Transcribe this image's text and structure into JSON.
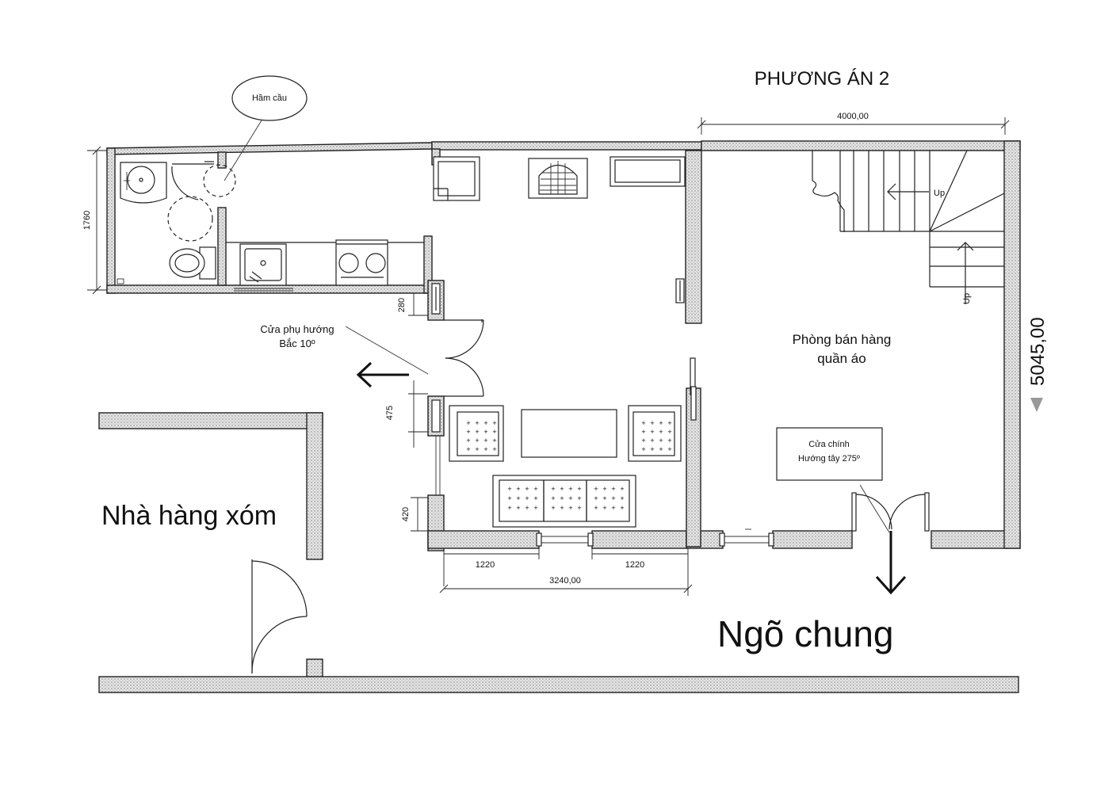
{
  "title": "PHƯƠNG ÁN 2",
  "labels": {
    "septic": "Hầm cầu",
    "side_door_line1": "Cửa phụ hướng",
    "side_door_line2": "Bắc 10º",
    "room_line1": "Phòng bán hàng",
    "room_line2": "quần áo",
    "main_door_line1": "Cửa chính",
    "main_door_line2": "Hướng tây 275º",
    "neighbor": "Nhà hàng xóm",
    "alley": "Ngõ chung",
    "up_1": "Up",
    "up_2": "Up"
  },
  "dimensions": {
    "top_width": "4000,00",
    "right_height": "5045,00",
    "left_height": "1760",
    "d280": "280",
    "d475": "475",
    "d420": "420",
    "win_left": "1220",
    "win_right": "1220",
    "bottom_width": "3240,00"
  }
}
